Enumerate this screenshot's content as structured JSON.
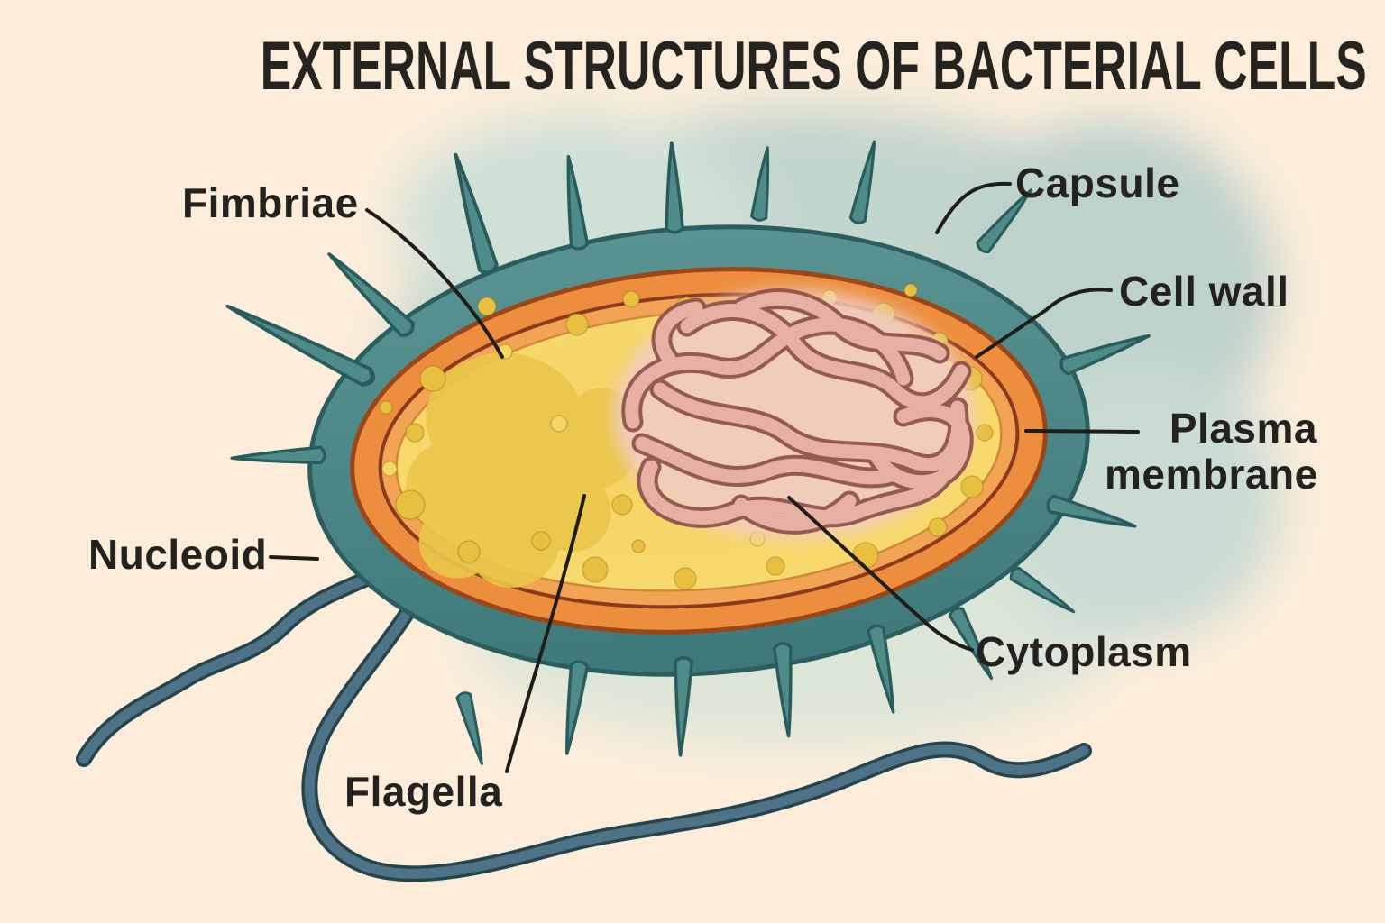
{
  "title": "EXTERNAL STRUCTURES OF BACTERIAL CELLS",
  "labels": {
    "fimbriae": "Fimbriae",
    "capsule": "Capsule",
    "cell_wall": "Cell wall",
    "plasma_membrane": "Plasma membrane",
    "nucleoid": "Nucleoid",
    "cytoplasm": "Cytoplasm",
    "flagella": "Flagella"
  },
  "colors": {
    "page_background": "#fcedda",
    "background_wash": "#c3d6cd",
    "capsule_fill": "#4f8d8b",
    "capsule_outline": "#2b5e5e",
    "cell_wall_fill": "#ec8e3e",
    "cell_wall_outline": "#9c4517",
    "plasma_membrane_line": "#8c3a1e",
    "cytoplasm_fill": "#f6d765",
    "cytoplasm_spots": "#e8c040",
    "nucleoid_strand": "#e6b0a3",
    "nucleoid_strand_outline": "#91544c",
    "flagella_fill": "#4e7386",
    "flagella_outline": "#24454e",
    "label_text": "#23221e",
    "leader_line": "#1e1d19"
  }
}
